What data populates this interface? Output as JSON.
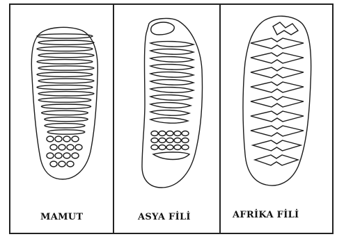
{
  "figure": {
    "panels": [
      {
        "id": "mamut",
        "label": "MAMUT",
        "tooth_pattern": "many-thin-plates"
      },
      {
        "id": "asya",
        "label": "ASYA FİLİ",
        "tooth_pattern": "fewer-parallel-plates"
      },
      {
        "id": "afrika",
        "label": "AFRİKA FİLİ",
        "tooth_pattern": "lozenge-plates"
      }
    ],
    "colors": {
      "stroke": "#1a1a1a",
      "frame": "#222222",
      "background": "#ffffff"
    }
  }
}
